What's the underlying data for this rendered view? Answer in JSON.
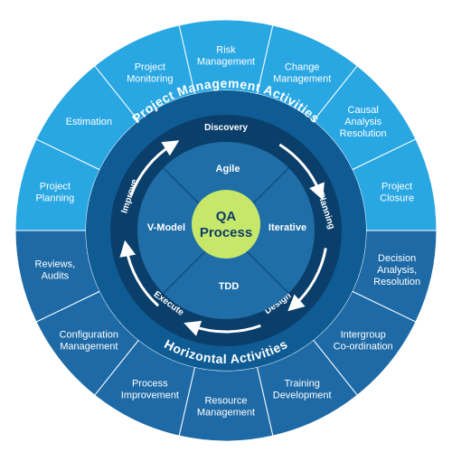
{
  "colors": {
    "top_segment": "#29a7e3",
    "bottom_segment": "#1e6aa6",
    "outer_band": "#0f5c95",
    "cycle_ring": "#0b3f6b",
    "method_circle": "#1f6ea8",
    "center": "#c7e76a",
    "center_text": "#0f3d66",
    "divider": "#ffffff"
  },
  "top_segments": [
    {
      "lines": [
        "Project",
        "Planning"
      ]
    },
    {
      "lines": [
        "Estimation"
      ]
    },
    {
      "lines": [
        "Project",
        "Monitoring"
      ]
    },
    {
      "lines": [
        "Risk",
        "Management"
      ]
    },
    {
      "lines": [
        "Change",
        "Management"
      ]
    },
    {
      "lines": [
        "Causal",
        "Analysis",
        "Resolution"
      ]
    },
    {
      "lines": [
        "Project",
        "Closure"
      ]
    }
  ],
  "bottom_segments": [
    {
      "lines": [
        "Decision",
        "Analysis,",
        "Resolution"
      ]
    },
    {
      "lines": [
        "Intergroup",
        "Co-ordination"
      ]
    },
    {
      "lines": [
        "Training",
        "Development"
      ]
    },
    {
      "lines": [
        "Resource",
        "Management"
      ]
    },
    {
      "lines": [
        "Process",
        "Improvement"
      ]
    },
    {
      "lines": [
        "Configuration",
        "Management"
      ]
    },
    {
      "lines": [
        "Reviews,",
        "Audits"
      ]
    }
  ],
  "band_titles": {
    "top": "Project Management Activities",
    "bottom": "Horizontal Activities"
  },
  "cycle": {
    "discovery": "Discovery",
    "planning": "Planning",
    "design": "Design",
    "execute": "Execute",
    "improve": "Improve"
  },
  "methods": {
    "agile": "Agile",
    "iterative": "Iterative",
    "tdd": "TDD",
    "vmodel": "V-Model"
  },
  "center": {
    "line1": "QA",
    "line2": "Process"
  }
}
